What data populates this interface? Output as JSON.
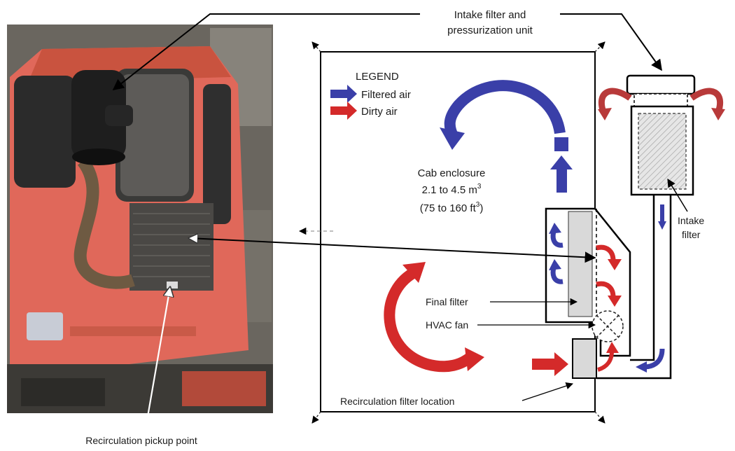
{
  "labels": {
    "intake_unit_line1": "Intake filter and",
    "intake_unit_line2": "pressurization unit",
    "legend_title": "LEGEND",
    "legend_filtered": "Filtered air",
    "legend_dirty": "Dirty air",
    "cab_line1": "Cab enclosure",
    "cab_line2_main": "2.1 to 4.5 m",
    "cab_line2_sup": "3",
    "cab_line3_main": "(75 to 160 ft",
    "cab_line3_sup": "3",
    "cab_line3_end": ")",
    "intake_filter_line1": "Intake",
    "intake_filter_line2": "filter",
    "final_filter": "Final filter",
    "hvac_fan": "HVAC fan",
    "recirc_filter_location": "Recirculation filter location",
    "recirc_pickup_point": "Recirculation pickup point"
  },
  "colors": {
    "filtered_air": "#3a3fa8",
    "dirty_air": "#d42a2a",
    "cab_body": "#e0685a",
    "filter_fill": "#d9d9d9"
  }
}
